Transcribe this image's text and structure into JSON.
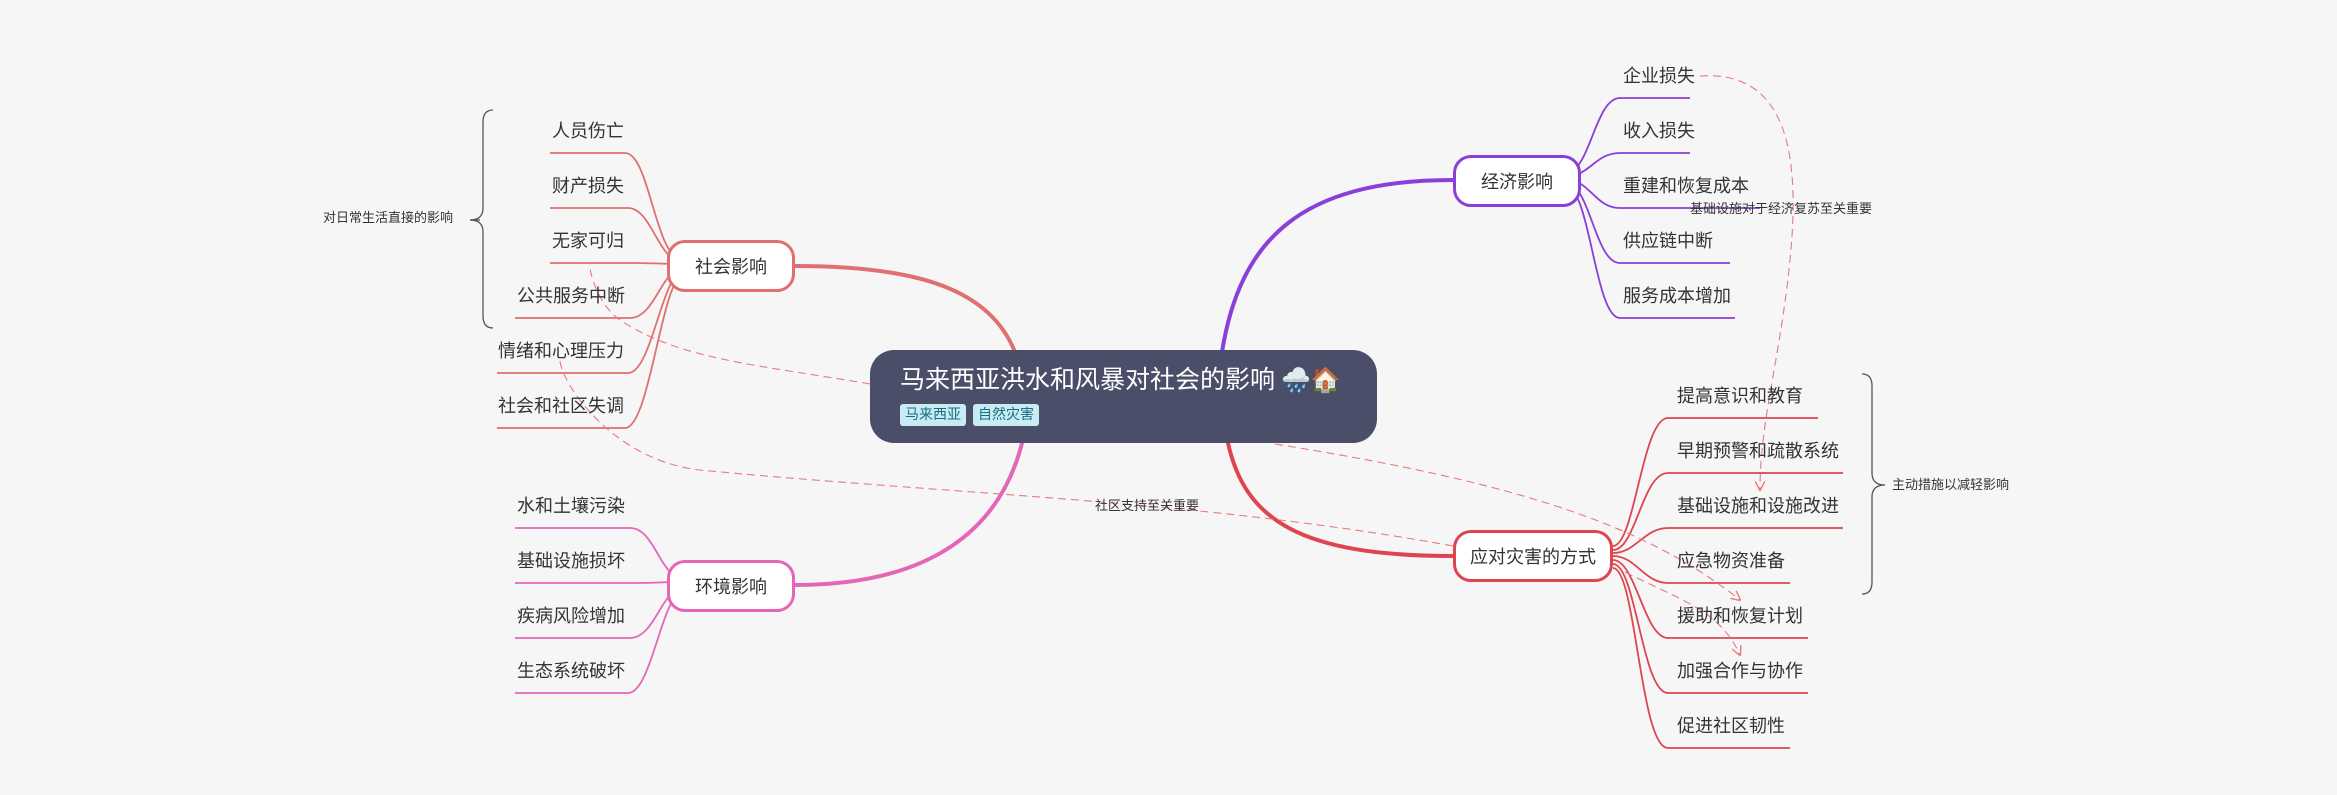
{
  "center": {
    "title": "马来西亚洪水和风暴对社会的影响",
    "emoji": "🌧️🏠",
    "tags": [
      "马来西亚",
      "自然灾害"
    ]
  },
  "branches": {
    "social": {
      "label": "社会影响",
      "color": "#e07070",
      "leaves": [
        "人员伤亡",
        "财产损失",
        "无家可归",
        "公共服务中断",
        "情绪和心理压力",
        "社会和社区失调"
      ]
    },
    "environment": {
      "label": "环境影响",
      "color": "#e466b8",
      "leaves": [
        "水和土壤污染",
        "基础设施损坏",
        "疾病风险增加",
        "生态系统破坏"
      ]
    },
    "economy": {
      "label": "经济影响",
      "color": "#8a3fd8",
      "leaves": [
        "企业损失",
        "收入损失",
        "重建和恢复成本",
        "供应链中断",
        "服务成本增加"
      ]
    },
    "response": {
      "label": "应对灾害的方式",
      "color": "#dd4650",
      "leaves": [
        "提高意识和教育",
        "早期预警和疏散系统",
        "基础设施和设施改进",
        "应急物资准备",
        "援助和恢复计划",
        "加强合作与协作",
        "促进社区韧性"
      ]
    }
  },
  "annotations": {
    "daily_life": "对日常生活直接的影响",
    "infrastructure_economy": "基础设施对于经济复苏至关重要",
    "proactive": "主动措施以减轻影响",
    "community_support": "社区支持至关重要"
  },
  "colors": {
    "background": "#f6f6f7",
    "center": "#4a4e69",
    "tag_bg": "#c7ecf1",
    "tag_text": "#1a6b86",
    "relation": "#e87a7a"
  }
}
